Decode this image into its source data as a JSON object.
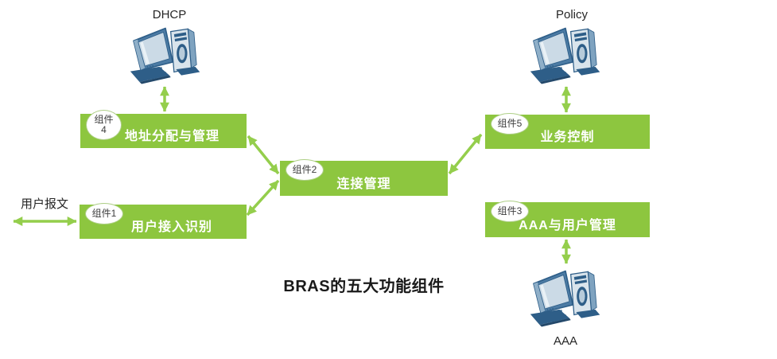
{
  "title": "BRAS的五大功能组件",
  "colors": {
    "box_green": "#8DC63F",
    "arrow_green": "#94CE4C",
    "box_label_text": "#FFFFFF",
    "badge_text": "#3C3C3C",
    "pc_dark_blue": "#2E5E88",
    "pc_light_blue": "#CBDAE6"
  },
  "external_nodes": {
    "dhcp": {
      "label": "DHCP"
    },
    "policy": {
      "label": "Policy"
    },
    "aaa": {
      "label": "AAA"
    },
    "user_packet": {
      "label": "用户报文"
    }
  },
  "components": {
    "c1": {
      "badge": "组件1",
      "label": "用户接入识别"
    },
    "c2": {
      "badge": "组件2",
      "label": "连接管理"
    },
    "c3": {
      "badge": "组件3",
      "label": "AAA与用户管理"
    },
    "c4": {
      "badge": "组件\n4",
      "label": "地址分配与管理"
    },
    "c5": {
      "badge": "组件5",
      "label": "业务控制"
    }
  }
}
